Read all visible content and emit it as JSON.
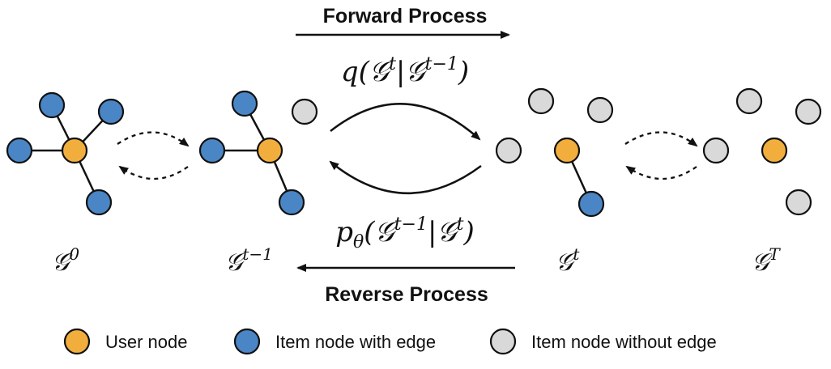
{
  "forward": {
    "label": "Forward Process",
    "formula": {
      "fn": "q(",
      "g1": "𝒢",
      "sup1": "t",
      "bar": "|",
      "g2": "𝒢",
      "sup2": "t−1",
      "close": ")"
    }
  },
  "reverse": {
    "label": "Reverse Process",
    "formula": {
      "fn": "p",
      "sub": "θ",
      "open": "(",
      "g1": "𝒢",
      "sup1": "t−1",
      "bar": "|",
      "g2": "𝒢",
      "sup2": "t",
      "close": ")"
    }
  },
  "graphs": [
    {
      "base": "𝒢",
      "sup": "0"
    },
    {
      "base": "𝒢",
      "sup": "t−1"
    },
    {
      "base": "𝒢",
      "sup": "t"
    },
    {
      "base": "𝒢",
      "sup": "T"
    }
  ],
  "legend": [
    {
      "label": "User node",
      "color": "#F2AE3D"
    },
    {
      "label": "Item node with edge",
      "color": "#4A86C5"
    },
    {
      "label": "Item node without edge",
      "color": "#D9D9D9"
    }
  ],
  "colors": {
    "user": "#F2AE3D",
    "item_edge": "#4A86C5",
    "item_no_edge": "#D9D9D9",
    "stroke": "#111111"
  }
}
